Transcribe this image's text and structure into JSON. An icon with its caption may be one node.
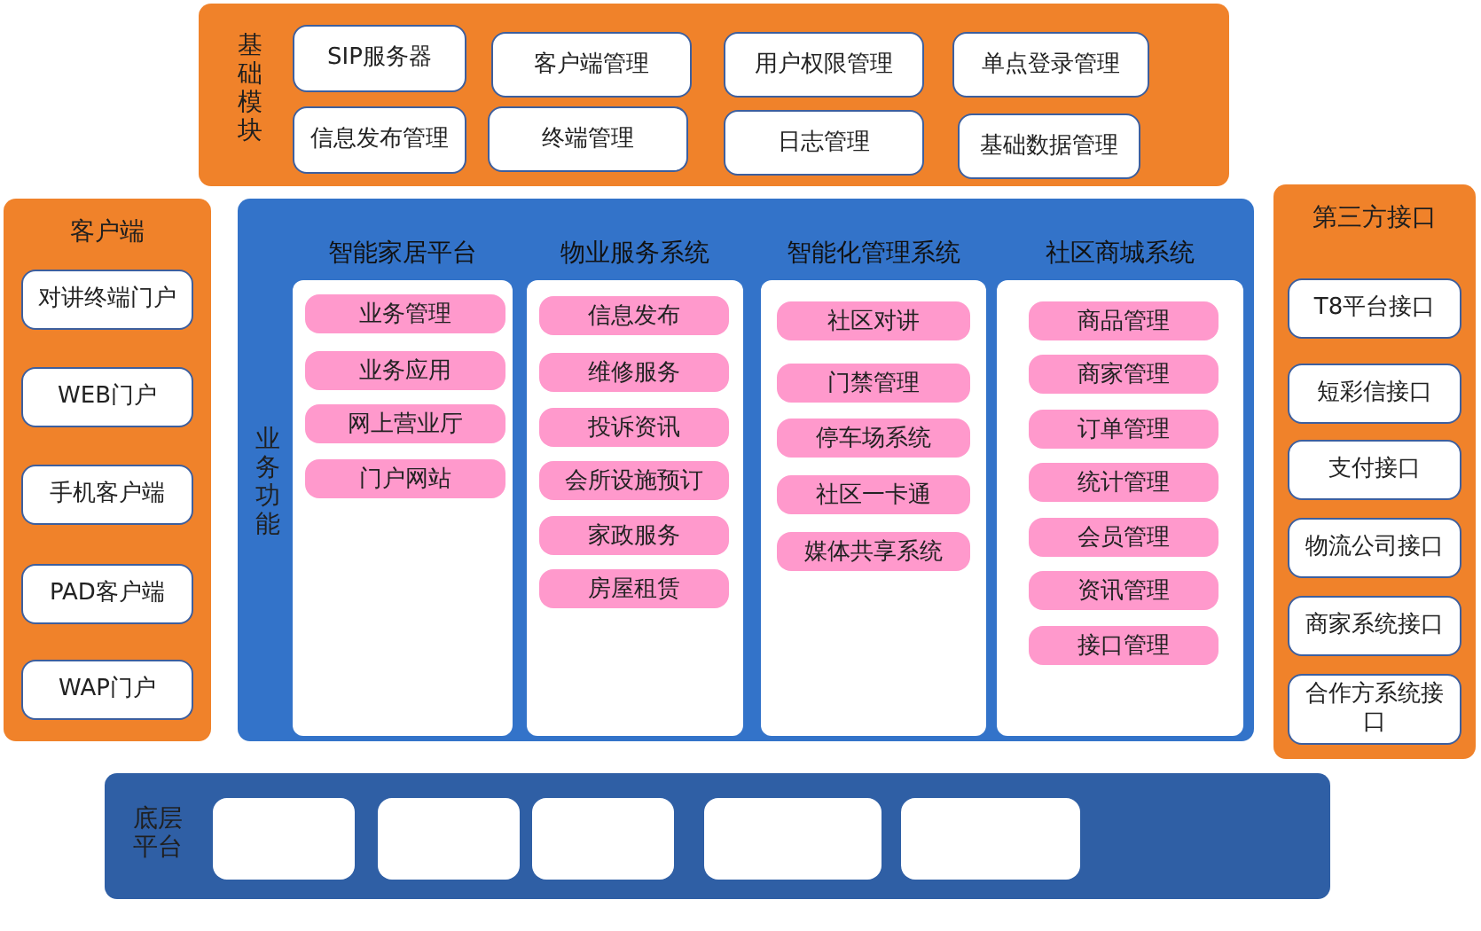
{
  "diagram": {
    "nodes": [
      {
        "text": [
          "基础模块"
        ]
      },
      {
        "text": [
          "SIP服务器"
        ],
        "in": 0
      },
      {
        "text": [
          "客户端管理"
        ],
        "in": 0
      },
      {
        "text": [
          "用户权限管理"
        ],
        "in": 0
      },
      {
        "text": [
          "单点登录管理"
        ],
        "in": 0
      },
      {
        "text": [
          "信息发布管理"
        ],
        "in": 0
      },
      {
        "text": [
          "终端管理"
        ],
        "in": 0
      },
      {
        "text": [
          "日志管理"
        ],
        "in": 0
      },
      {
        "text": [
          "基础数据管理"
        ],
        "in": 0
      },
      {
        "text": [
          "客户端"
        ]
      },
      {
        "text": [
          "对讲终端门户"
        ],
        "in": 9
      },
      {
        "text": [
          "WEB门户"
        ],
        "in": 9
      },
      {
        "text": [
          "手机客户端"
        ],
        "in": 9
      },
      {
        "text": [
          "PAD客户端"
        ],
        "in": 9
      },
      {
        "text": [
          "WAP门户"
        ],
        "in": 9
      },
      {
        "text": [
          "业务功能"
        ]
      },
      {
        "text": [
          "智能家居平台"
        ],
        "in": 15
      },
      {
        "text": [
          "业务管理"
        ],
        "in": 16
      },
      {
        "text": [
          "业务应用"
        ],
        "in": 16
      },
      {
        "text": [
          "网上营业厅"
        ],
        "in": 16
      },
      {
        "text": [
          "门户网站"
        ],
        "in": 16
      },
      {
        "text": [
          "物业服务系统"
        ],
        "in": 15
      },
      {
        "text": [
          "信息发布"
        ],
        "in": 21
      },
      {
        "text": [
          "维修服务"
        ],
        "in": 21
      },
      {
        "text": [
          "投诉资讯"
        ],
        "in": 21
      },
      {
        "text": [
          "会所设施预订"
        ],
        "in": 21
      },
      {
        "text": [
          "家政服务"
        ],
        "in": 21
      },
      {
        "text": [
          "房屋租赁"
        ],
        "in": 21
      },
      {
        "text": [
          "智能化管理系统"
        ],
        "in": 15
      },
      {
        "text": [
          "社区对讲"
        ],
        "in": 28
      },
      {
        "text": [
          "门禁管理"
        ],
        "in": 28
      },
      {
        "text": [
          "停车场系统"
        ],
        "in": 28
      },
      {
        "text": [
          "社区一卡通"
        ],
        "in": 28
      },
      {
        "text": [
          "媒体共享系统"
        ],
        "in": 28
      },
      {
        "text": [
          "社区商城系统"
        ],
        "in": 15
      },
      {
        "text": [
          "商品管理"
        ],
        "in": 34
      },
      {
        "text": [
          "商家管理"
        ],
        "in": 34
      },
      {
        "text": [
          "订单管理"
        ],
        "in": 34
      },
      {
        "text": [
          "统计管理"
        ],
        "in": 34
      },
      {
        "text": [
          "会员管理"
        ],
        "in": 34
      },
      {
        "text": [
          "资讯管理"
        ],
        "in": 34
      },
      {
        "text": [
          "接口管理"
        ],
        "in": 34
      },
      {
        "text": [
          "第三方接口"
        ]
      },
      {
        "text": [
          "T8平台接口"
        ],
        "in": 42
      },
      {
        "text": [
          "短彩信接口"
        ],
        "in": 42
      },
      {
        "text": [
          "支付接口"
        ],
        "in": 42
      },
      {
        "text": [
          "物流公司接口"
        ],
        "in": 42
      },
      {
        "text": [
          "商家系统接口"
        ],
        "in": 42
      },
      {
        "text": [
          "合作方系统接口"
        ],
        "in": 42
      },
      {
        "text": [
          "底层平台"
        ]
      },
      {
        "text": [],
        "shape": "box",
        "in": 49
      },
      {
        "text": [],
        "shape": "box",
        "in": 49
      },
      {
        "text": [],
        "shape": "box",
        "in": 49
      },
      {
        "text": [],
        "shape": "box",
        "in": 49
      },
      {
        "text": [],
        "shape": "box",
        "in": 49
      }
    ]
  }
}
